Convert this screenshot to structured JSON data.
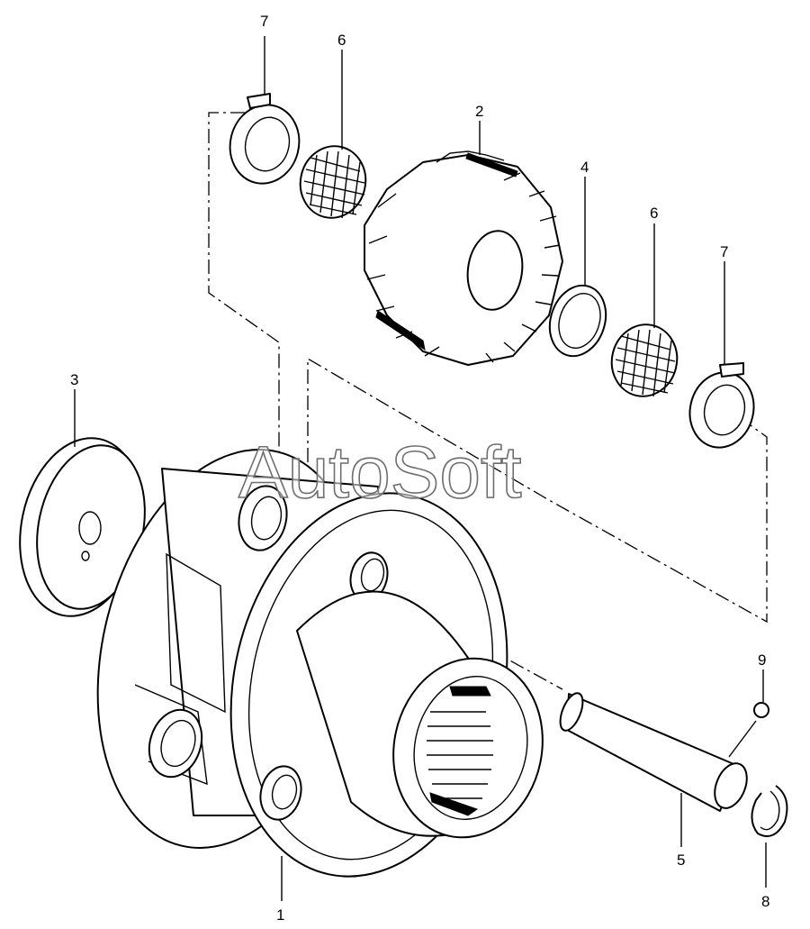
{
  "watermark": "AutoSoft",
  "callouts": {
    "c1": "1",
    "c2": "2",
    "c3": "3",
    "c4": "4",
    "c5": "5",
    "c6a": "6",
    "c6b": "6",
    "c7a": "7",
    "c7b": "7",
    "c8": "8",
    "c9": "9"
  },
  "colors": {
    "line": "#000000",
    "background": "#ffffff",
    "watermark_outline": "#6e6e6e"
  }
}
